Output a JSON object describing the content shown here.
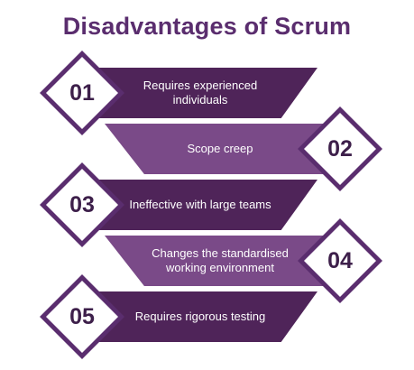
{
  "title": "Disadvantages of Scrum",
  "items": [
    {
      "number": "01",
      "text": "Requires experienced individuals"
    },
    {
      "number": "02",
      "text": "Scope creep"
    },
    {
      "number": "03",
      "text": "Ineffective with large teams"
    },
    {
      "number": "04",
      "text": "Changes the standardised working environment"
    },
    {
      "number": "05",
      "text": "Requires rigorous testing"
    }
  ],
  "colors": {
    "title": "#5a2d6e",
    "band_dark": "#4f2459",
    "band_light": "#7a4a88",
    "diamond_border": "#5a2d6e",
    "number_text": "#3d1f4a"
  }
}
